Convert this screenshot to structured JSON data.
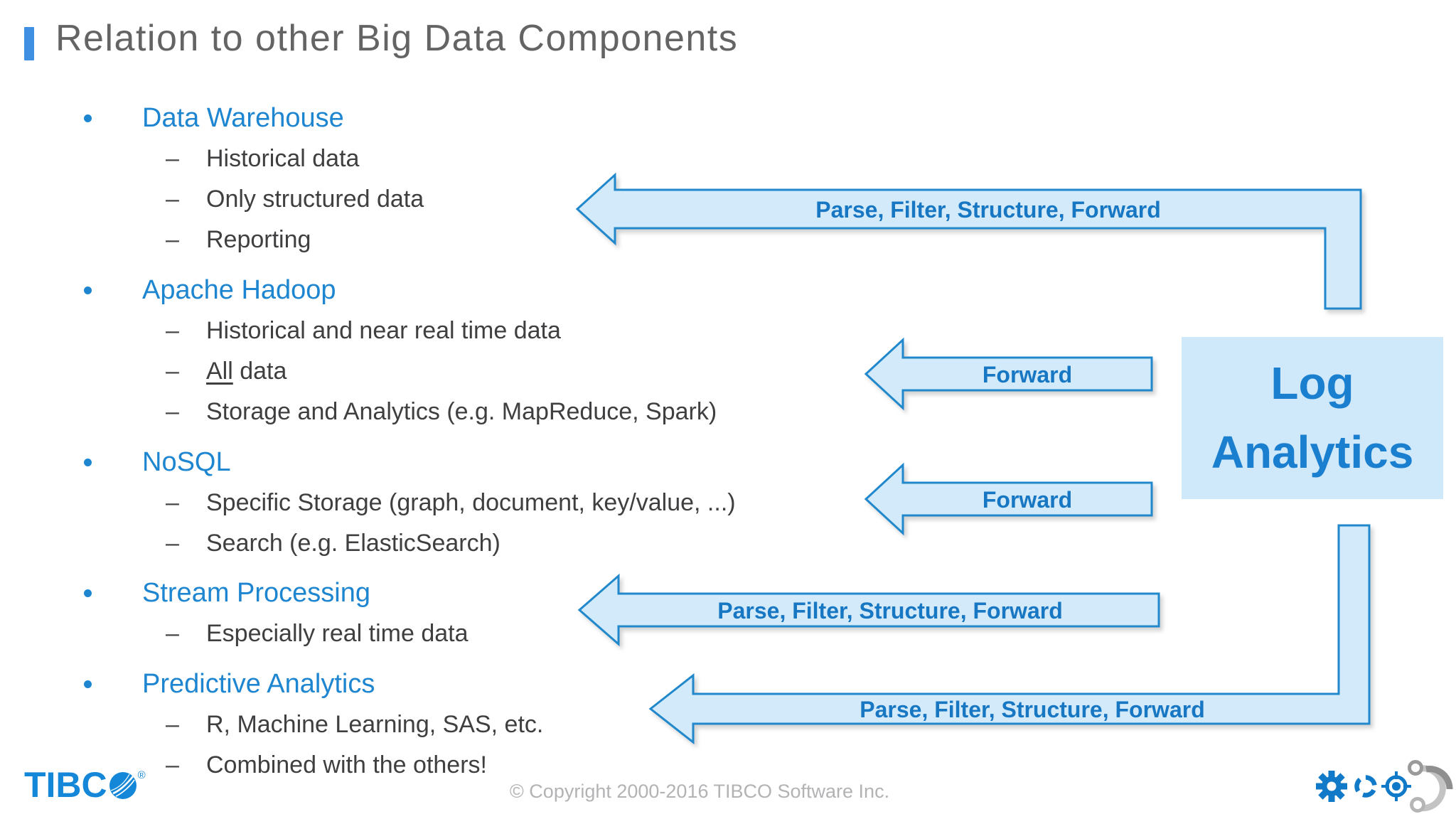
{
  "title": {
    "text": "Relation to other Big Data Components"
  },
  "markers": {
    "bullet": "•",
    "dash": "–"
  },
  "sections": [
    {
      "heading": "Data Warehouse",
      "items": [
        "Historical data",
        "Only structured data",
        "Reporting"
      ]
    },
    {
      "heading": "Apache Hadoop",
      "items": [
        "Historical and near real time data",
        {
          "parts": [
            {
              "text": "All",
              "underline": true
            },
            {
              "text": " data",
              "underline": false
            }
          ]
        },
        "Storage and Analytics (e.g. MapReduce, Spark)"
      ]
    },
    {
      "heading": "NoSQL",
      "items": [
        "Specific Storage (graph, document, key/value, ...)",
        "Search (e.g. ElasticSearch)"
      ]
    },
    {
      "heading": "Stream Processing",
      "items": [
        "Especially real time data"
      ]
    },
    {
      "heading": "Predictive Analytics",
      "items": [
        "R, Machine Learning, SAS, etc.",
        "Combined with the others!"
      ]
    }
  ],
  "diagram": {
    "log_box": {
      "line1": "Log",
      "line2": "Analytics"
    },
    "arrows": [
      {
        "id": "data-warehouse-arrow",
        "label": "Parse, Filter, Structure, Forward",
        "direction": "left-elbow-down"
      },
      {
        "id": "hadoop-arrow",
        "label": "Forward",
        "direction": "left"
      },
      {
        "id": "nosql-arrow",
        "label": "Forward",
        "direction": "left"
      },
      {
        "id": "stream-arrow",
        "label": "Parse, Filter, Structure, Forward",
        "direction": "left"
      },
      {
        "id": "predictive-arrow",
        "label": "Parse, Filter, Structure, Forward",
        "direction": "left-elbow-up"
      }
    ]
  },
  "footer": {
    "copyright": "© Copyright 2000-2016 TIBCO Software Inc.",
    "logo_text": "TIBC",
    "logo_reg": "®",
    "icons": [
      "gear-icon",
      "refresh-icon",
      "target-icon",
      "process-arc-graphic"
    ]
  },
  "colors": {
    "accent_bar": "#3f8fe2",
    "title_text": "#646464",
    "heading_blue": "#1e86d0",
    "body_text": "#3f3f41",
    "arrow_fill": "#d3eafb",
    "arrow_stroke": "#2288cc",
    "arrow_label": "#1777c2",
    "box_fill": "#cfe8fa",
    "box_text": "#1b7fd0",
    "copyright_text": "#b3b3b6",
    "logo_blue": "#1487d8",
    "icon_blue": "#1079c8"
  }
}
